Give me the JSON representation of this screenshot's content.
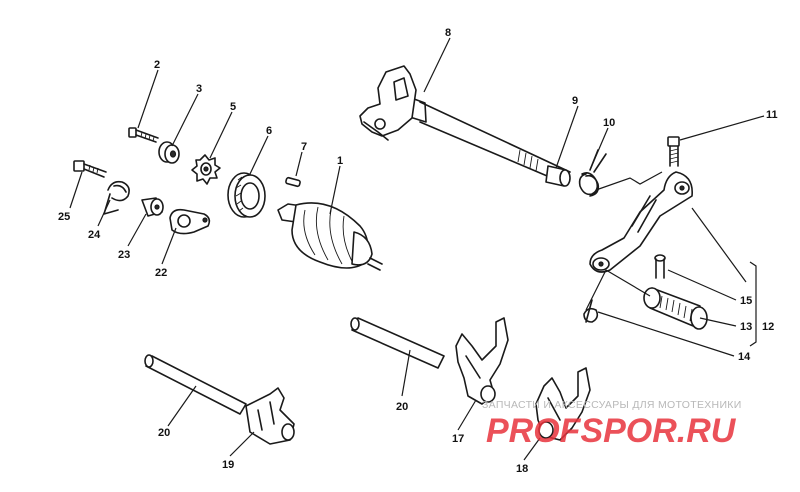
{
  "callouts": {
    "c1": "1",
    "c2": "2",
    "c3": "3",
    "c5": "5",
    "c6": "6",
    "c7": "7",
    "c8": "8",
    "c9": "9",
    "c10": "10",
    "c11": "11",
    "c12": "12",
    "c13": "13",
    "c14": "14",
    "c15": "15",
    "c17": "17",
    "c18": "18",
    "c19": "19",
    "c20a": "20",
    "c20b": "20",
    "c22": "22",
    "c23": "23",
    "c24": "24",
    "c25": "25"
  },
  "watermark": {
    "tagline": "ЗАПЧАСТИ И АКСЕССУАРЫ ДЛЯ МОТОТЕХНИКИ",
    "brand": "PROFSPOR.RU",
    "brand_color": "#e8323c"
  }
}
